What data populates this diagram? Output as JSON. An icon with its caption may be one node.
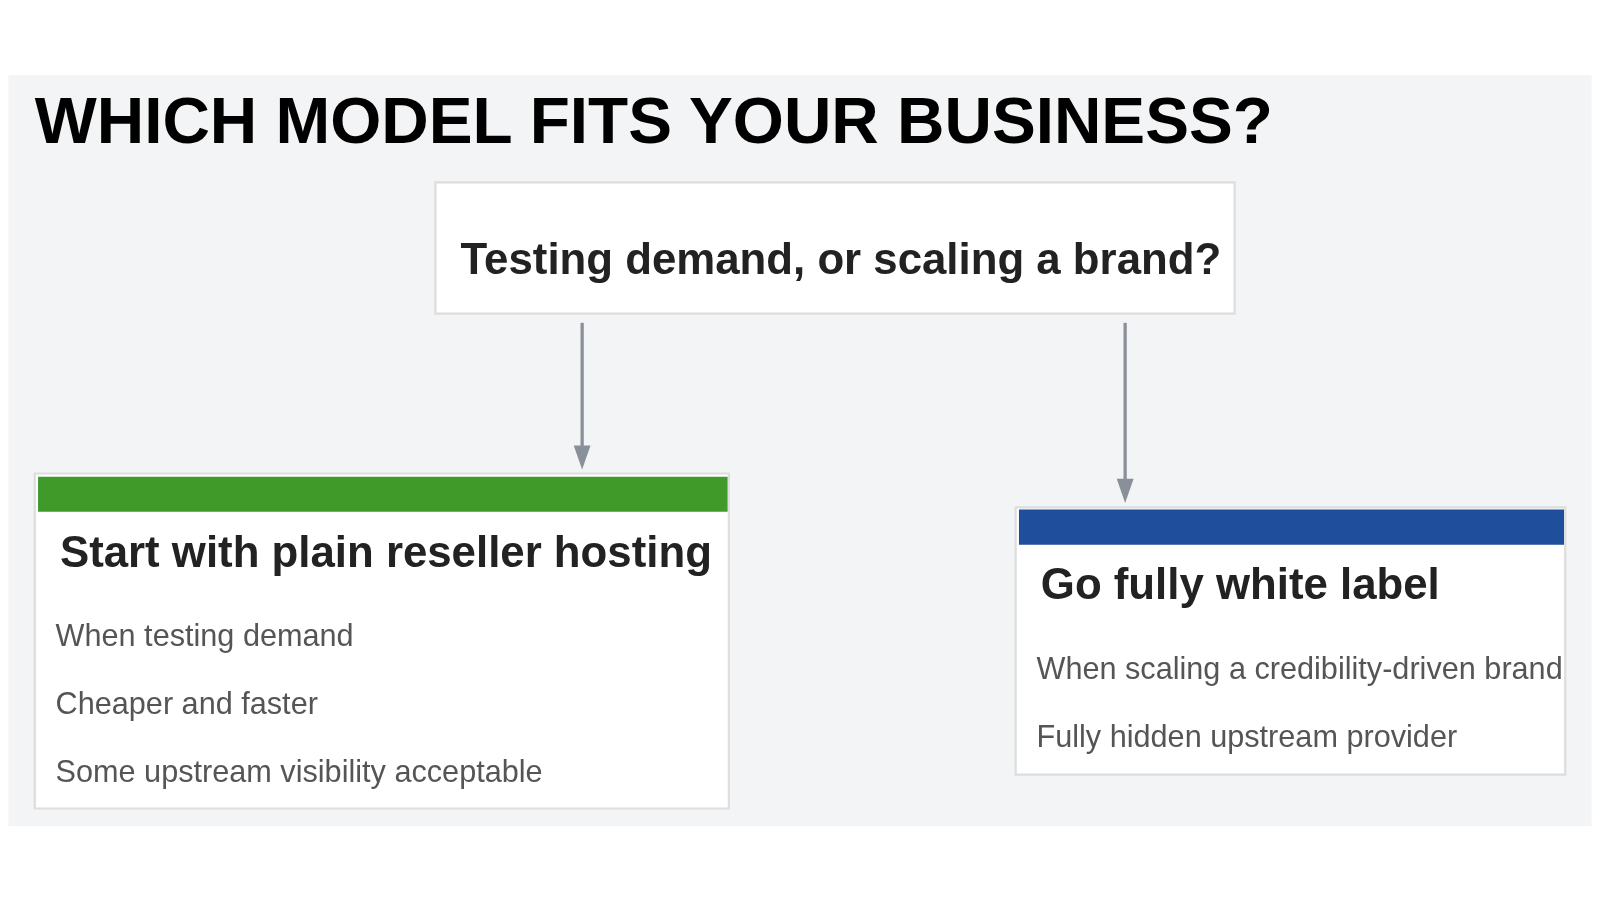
{
  "diagram": {
    "title": "WHICH MODEL FITS YOUR BUSINESS?",
    "nodes": [
      {
        "text": [
          "Testing demand, or scaling a brand?"
        ]
      },
      {
        "text": [
          "Start with plain reseller hosting",
          "When testing demand",
          "Cheaper and faster",
          "Some upstream visibility acceptable"
        ]
      },
      {
        "text": [
          "Go fully white label",
          "When scaling a credibility-driven brand",
          "Fully hidden upstream provider"
        ]
      }
    ],
    "edges": [
      {
        "from": 0,
        "to": 1,
        "arrow": "to"
      },
      {
        "from": 0,
        "to": 2,
        "arrow": "to"
      }
    ]
  }
}
